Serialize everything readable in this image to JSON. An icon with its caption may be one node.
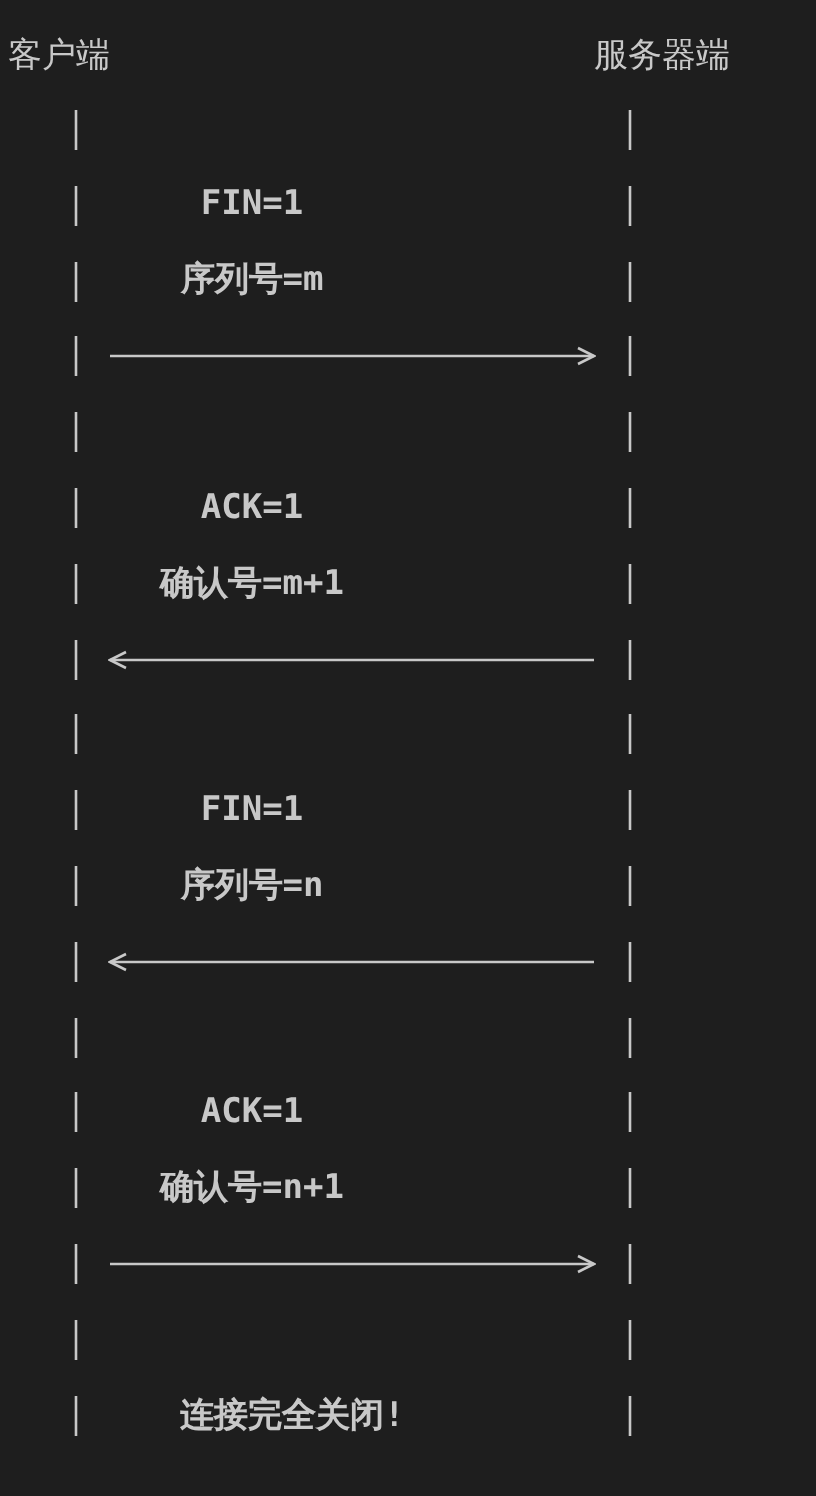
{
  "diagram": {
    "nodes": [
      {
        "text": [
          "客户端"
        ]
      },
      {
        "text": [
          "服务器端"
        ]
      }
    ],
    "edges": [
      {
        "from": 0,
        "to": 1,
        "arrow": "to",
        "label": "FIN=1 序列号=m"
      },
      {
        "from": 1,
        "to": 0,
        "arrow": "to",
        "label": "ACK=1 确认号=m+1"
      },
      {
        "from": 1,
        "to": 0,
        "arrow": "to",
        "label": "FIN=1 序列号=n"
      },
      {
        "from": 0,
        "to": 1,
        "arrow": "to",
        "label": "ACK=1 确认号=n+1"
      }
    ],
    "labels": [
      "连接完全关闭!"
    ]
  }
}
